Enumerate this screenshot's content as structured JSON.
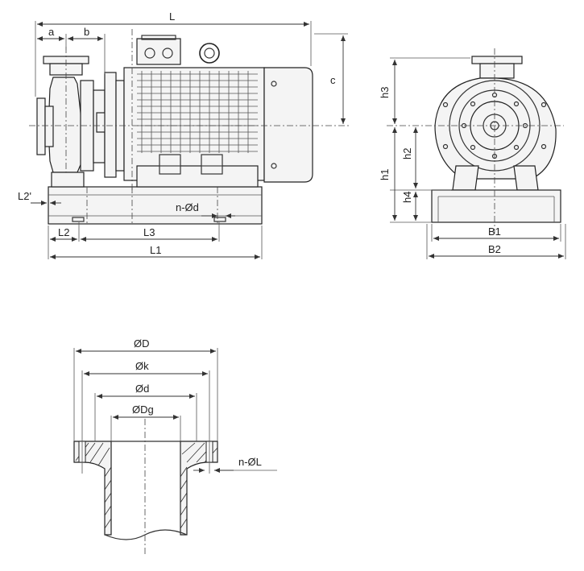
{
  "labels": {
    "L": "L",
    "a": "a",
    "b": "b",
    "c": "c",
    "L2prime": "L2'",
    "nOd": "n-Ød",
    "L2": "L2",
    "L3": "L3",
    "L1": "L1",
    "h3": "h3",
    "h2": "h2",
    "h1": "h1",
    "h4": "h4",
    "B1": "B1",
    "B2": "B2",
    "OD": "ØD",
    "Ok": "Øk",
    "Od": "Ød",
    "ODg": "ØDg",
    "nOL": "n-ØL"
  }
}
